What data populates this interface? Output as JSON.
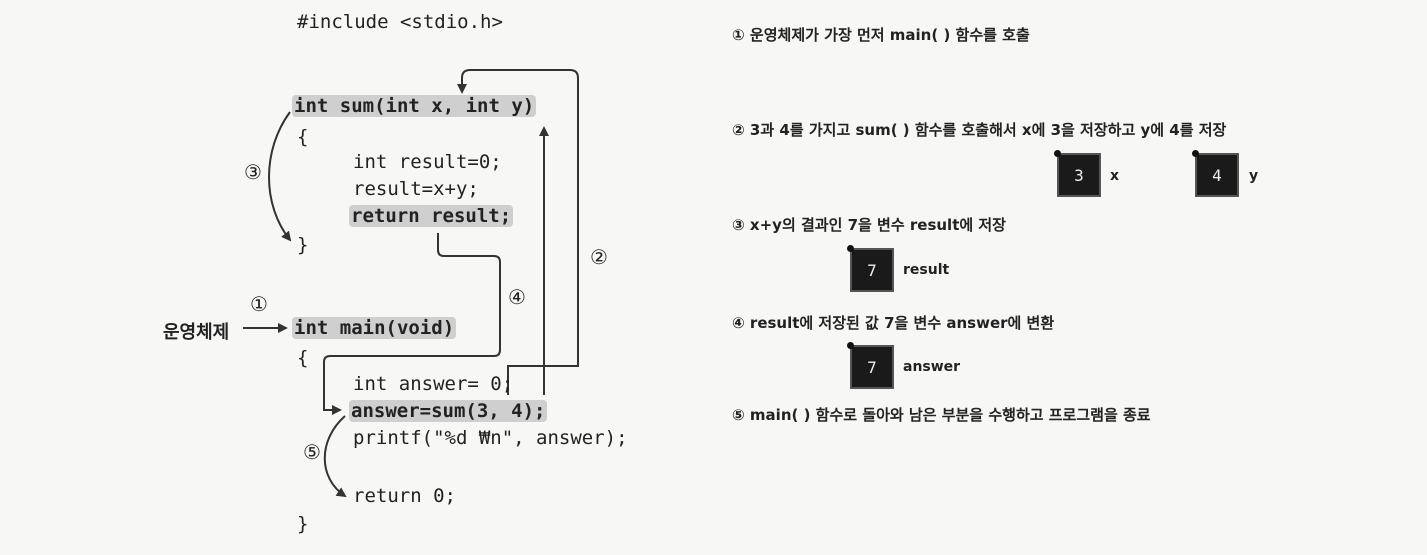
{
  "code": {
    "include": "#include <stdio.h>",
    "sum_sig": "int sum(int x, int y)",
    "open1": "{",
    "decl_result": "int result=0;",
    "assign_result": "result=x+y;",
    "return_result": "return result;",
    "close1": "}",
    "main_sig": "int main(void)",
    "open2": "{",
    "decl_answer_a": "int answer=",
    "decl_answer_b": "0;",
    "call_sum": "answer=sum(3, 4);",
    "printf_line": "printf(\"%d ₩n\", answer);",
    "return_zero": "return 0;",
    "close2": "}"
  },
  "markers": {
    "one": "①",
    "two": "②",
    "three": "③",
    "four": "④",
    "five": "⑤"
  },
  "os_label": "운영체제",
  "steps": [
    "① 운영체제가 가장 먼저 main( ) 함수를 호출",
    "② 3과 4를 가지고 sum( ) 함수를 호출해서 x에 3을 저장하고 y에 4를 저장",
    "③ x+y의 결과인 7을 변수 result에 저장",
    "④ result에 저장된 값 7을 변수 answer에 변환",
    "⑤ main( ) 함수로 돌아와 남은 부분을 수행하고 프로그램을 종료"
  ],
  "variables": [
    {
      "value": "3",
      "name": "x"
    },
    {
      "value": "4",
      "name": "y"
    },
    {
      "value": "7",
      "name": "result"
    },
    {
      "value": "7",
      "name": "answer"
    }
  ]
}
